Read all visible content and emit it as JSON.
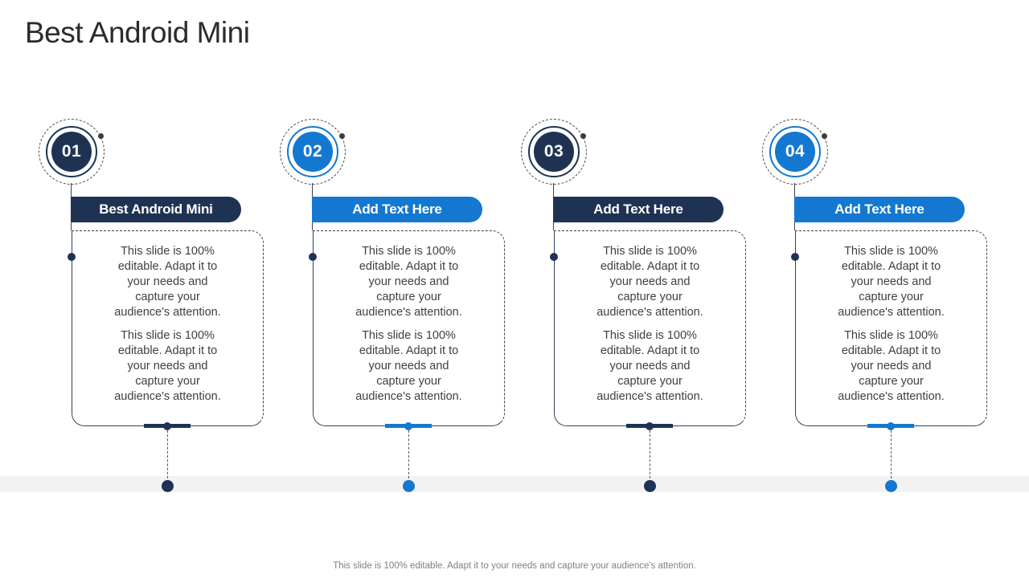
{
  "slide": {
    "title": "Best Android Mini",
    "footer": "This slide is 100% editable. Adapt it to your needs and capture your audience's attention.",
    "colors": {
      "navy": "#1e3354",
      "blue": "#1478d0",
      "timeline_band": "#f2f2f2",
      "body_text": "#3f3f3f",
      "footer_text": "#7f7f7f",
      "title_text": "#2b2b2b"
    },
    "columns": [
      {
        "number": "01",
        "label": "Best Android Mini",
        "theme": "navy",
        "paragraphs": [
          "This slide is 100% editable. Adapt it to your needs and capture your audience's attention.",
          "This slide is 100% editable. Adapt it to your needs and capture your audience's attention."
        ]
      },
      {
        "number": "02",
        "label": "Add Text Here",
        "theme": "blue",
        "paragraphs": [
          "This slide is 100% editable. Adapt it to your needs and capture your audience's attention.",
          "This slide is 100% editable. Adapt it to your needs and capture your audience's attention."
        ]
      },
      {
        "number": "03",
        "label": "Add Text Here",
        "theme": "navy",
        "paragraphs": [
          "This slide is 100% editable. Adapt it to your needs and capture your audience's attention.",
          "This slide is 100% editable. Adapt it to your needs and capture your audience's attention."
        ]
      },
      {
        "number": "04",
        "label": "Add Text Here",
        "theme": "blue",
        "paragraphs": [
          "This slide is 100% editable. Adapt it to your needs and capture your audience's attention.",
          "This slide is 100% editable. Adapt it to your needs and capture your audience's attention."
        ]
      }
    ]
  }
}
